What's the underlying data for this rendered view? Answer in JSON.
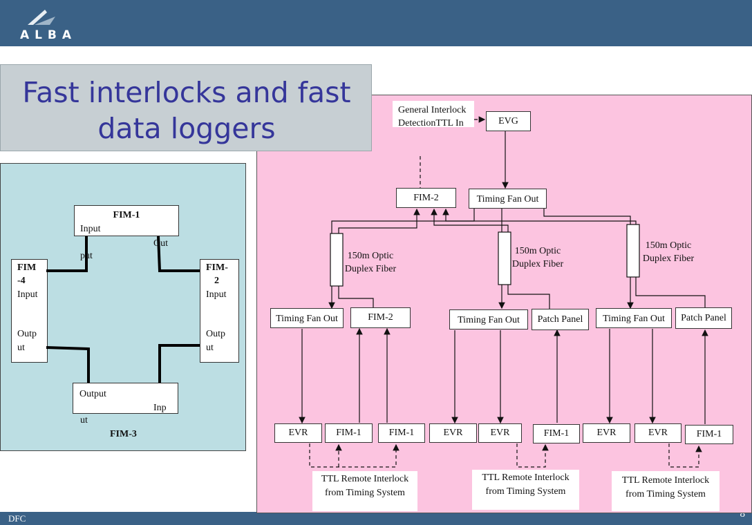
{
  "logo_text": "ALBA",
  "title": "Fast interlocks and fast data loggers",
  "footer": "DFC",
  "page_number": "8",
  "left_diagram": {
    "fim1": {
      "name": "FIM-1",
      "input": "Input",
      "output": "Out",
      "output2": "put"
    },
    "fim2": {
      "name_a": "FIM-",
      "name_b": "2",
      "input": "Input",
      "output_a": "Outp",
      "output_b": "ut"
    },
    "fim3": {
      "output": "Output",
      "input": "Inp",
      "input2": "ut",
      "name": "FIM-3"
    },
    "fim4": {
      "name_a": "FIM",
      "name_b": "-4",
      "input": "Input",
      "output_a": "Outp",
      "output_b": "ut"
    }
  },
  "right_diagram": {
    "general_interlock": "General Interlock DetectionTTL In",
    "evg": "EVG",
    "fim2_top": "FIM-2",
    "timing_fan_out": "Timing Fan Out",
    "fiber_label": "150m Optic Duplex Fiber",
    "fim2_mid": "FIM-2",
    "patch_panel": "Patch Panel",
    "evr": "EVR",
    "fim1": "FIM-1",
    "ttl_remote": "TTL Remote Interlock from Timing System"
  },
  "colors": {
    "header": "#3a6186",
    "title_text": "#35369a",
    "pink_panel": "#fcc4e0",
    "blue_panel": "#bcdee3",
    "title_box": "#c7cfd3"
  }
}
